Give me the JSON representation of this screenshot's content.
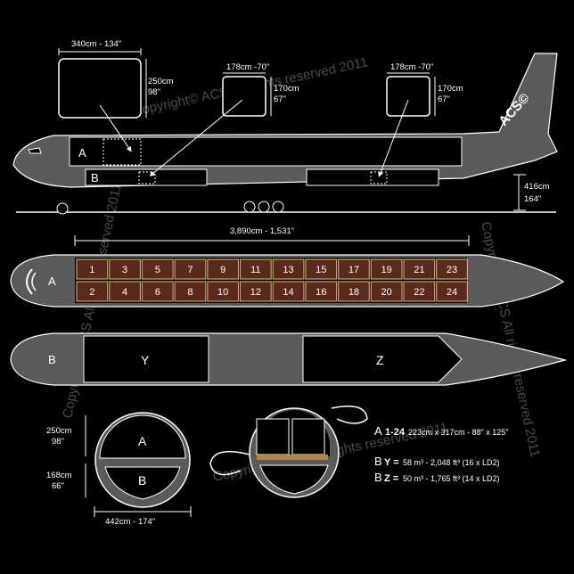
{
  "watermark": "Copyright© ACS All rights reserved 2011",
  "top_view": {
    "main_container": {
      "width": "340cm - 134\"",
      "height_cm": "250cm",
      "height_in": "98\""
    },
    "lower_container_1": {
      "width": "178cm -70\"",
      "height_cm": "170cm",
      "height_in": "67\""
    },
    "lower_container_2": {
      "width": "178cm -70\"",
      "height_cm": "170cm",
      "height_in": "67\""
    },
    "deck_a": "A",
    "deck_b": "B",
    "tail_logo": "ACS©",
    "height_cm": "416cm",
    "height_in": "164\""
  },
  "plan_view": {
    "length": "3,890cm - 1,531\"",
    "deck_label": "A",
    "positions_top": [
      "1",
      "3",
      "5",
      "7",
      "9",
      "11",
      "13",
      "15",
      "17",
      "19",
      "21",
      "23"
    ],
    "positions_bottom": [
      "2",
      "4",
      "6",
      "8",
      "10",
      "12",
      "14",
      "16",
      "18",
      "20",
      "22",
      "24"
    ]
  },
  "lower_view": {
    "b": "B",
    "y": "Y",
    "z": "Z"
  },
  "cross_section": {
    "a": "A",
    "b": "B",
    "upper_cm": "250cm",
    "upper_in": "98\"",
    "lower_cm": "168cm",
    "lower_in": "66\"",
    "width": "442cm - 174\""
  },
  "specs": {
    "a_label": "A",
    "a_range": "1-24",
    "a_dims": "223cm x 317cm - 88\" x 125\"",
    "by_label": "B",
    "by_key": "Y =",
    "by_value": "58 m³ - 2,048 ft³ (16 x LD2)",
    "bz_label": "B",
    "bz_key": "Z =",
    "bz_value": "50 m³ - 1,765 ft³ (14 x LD2)"
  }
}
